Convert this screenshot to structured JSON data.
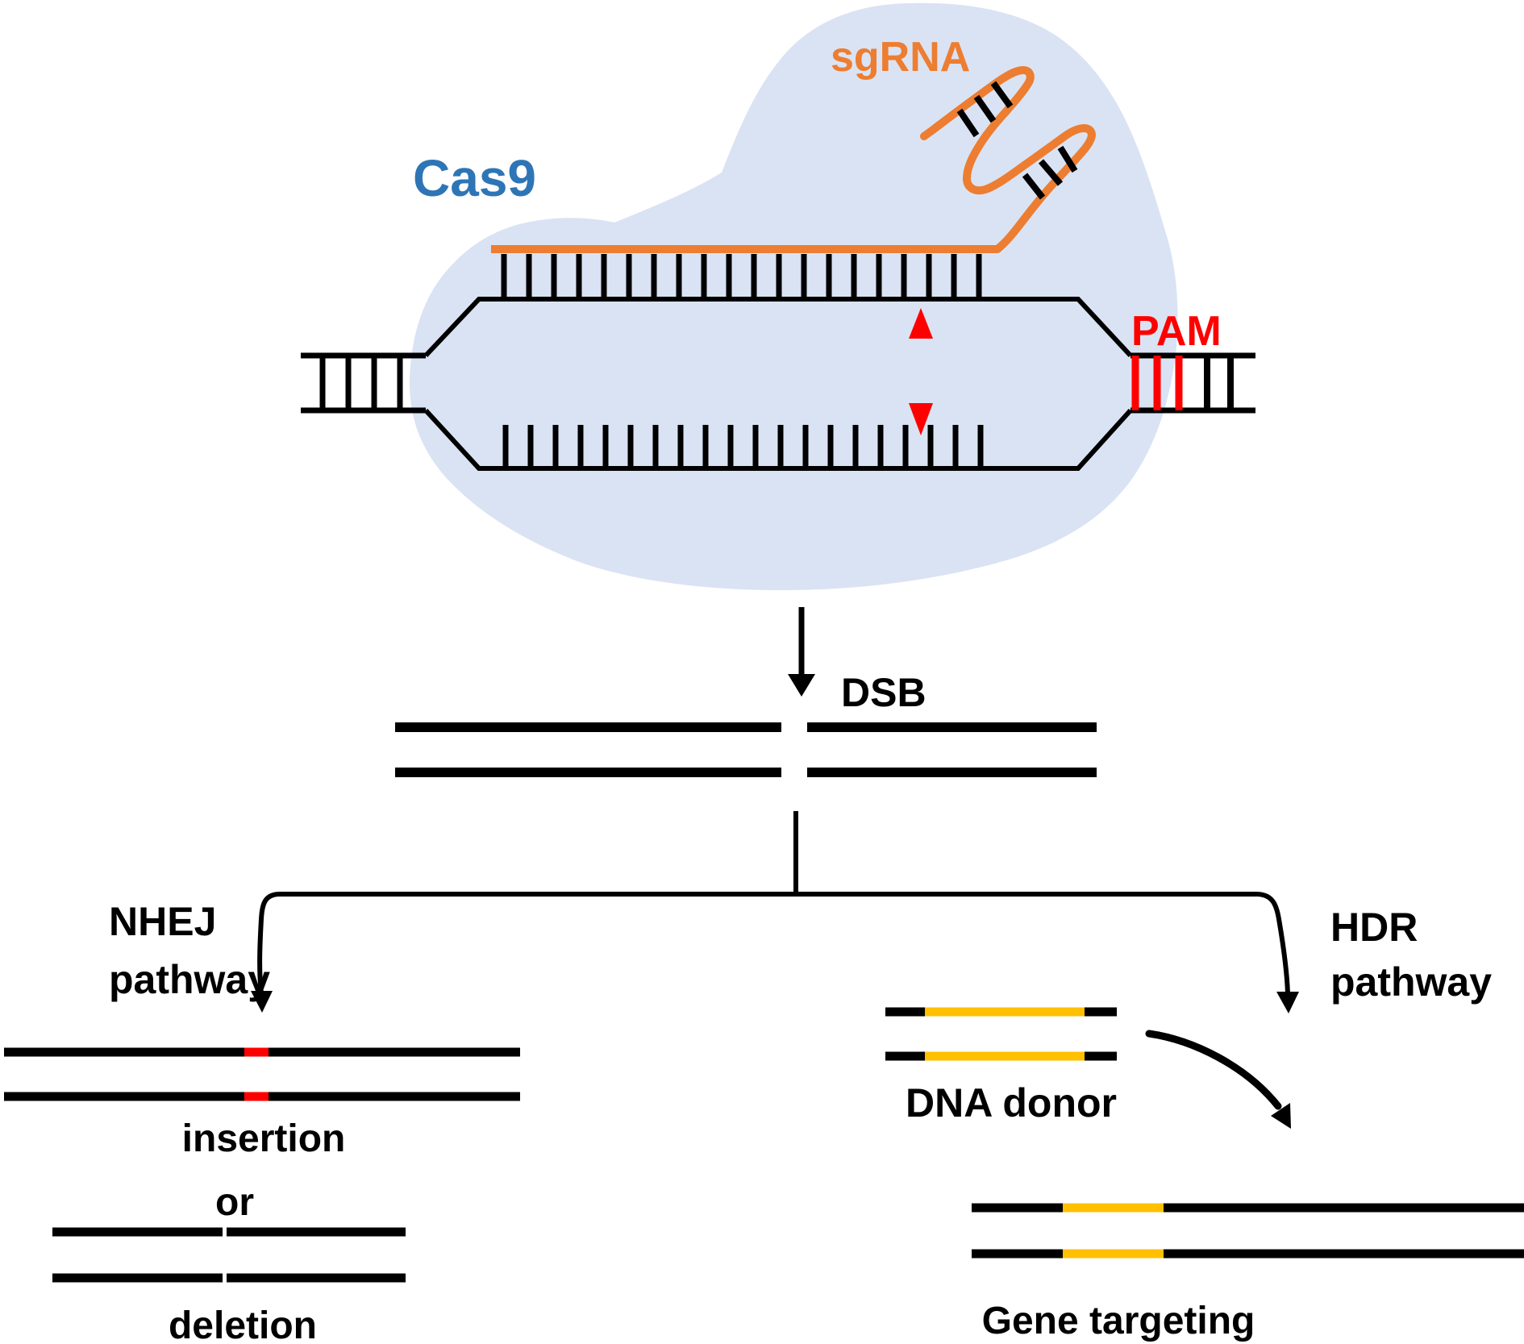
{
  "figure": {
    "description": "CRISPR-Cas9 genome editing mechanism diagram",
    "labels": {
      "cas9": "Cas9",
      "sgrna": "sgRNA",
      "pam": "PAM",
      "dsb": "DSB",
      "nhej_line1": "NHEJ",
      "nhej_line2": "pathway",
      "hdr_line1": "HDR",
      "hdr_line2": "pathway",
      "insertion": "insertion",
      "or": "or",
      "deletion": "deletion",
      "dna_donor": "DNA donor",
      "gene_targeting": "Gene targeting"
    },
    "colors": {
      "cas9_blob": "#dae3f3",
      "cas9_text": "#2E75B6",
      "sgrna_orange": "#ED7D31",
      "signal_red": "#FF0000",
      "donor_yellow": "#FFC000",
      "dna_black": "#000000"
    }
  }
}
